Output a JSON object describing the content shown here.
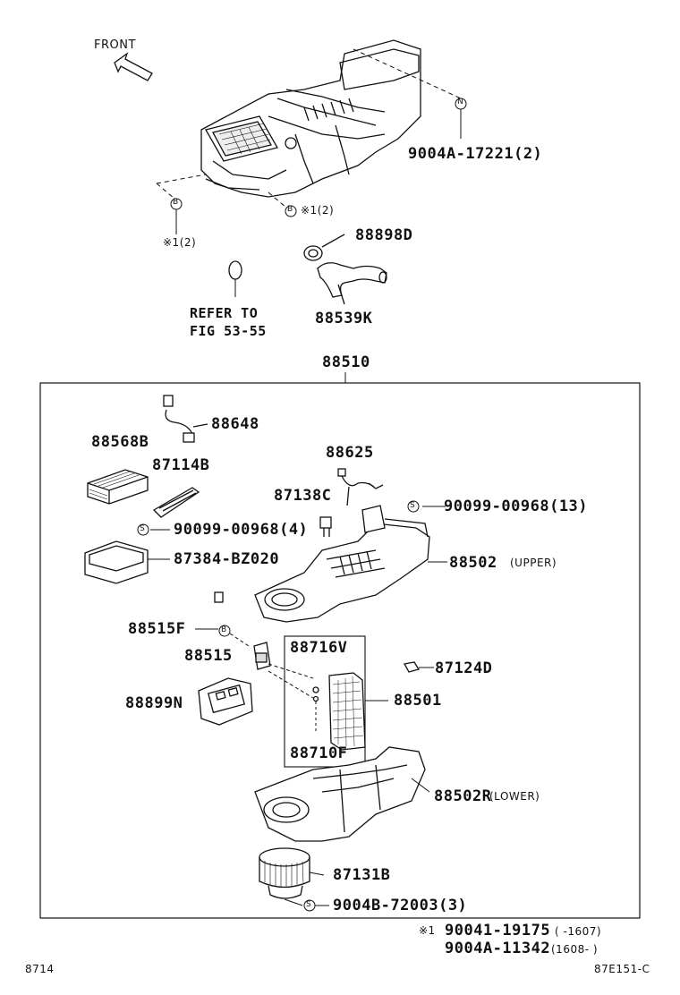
{
  "front_label": "FRONT",
  "parts": {
    "p9004A_17221": "9004A-17221(2)",
    "marker_n": "N",
    "marker_b1": "B",
    "marker_b2": "B",
    "note_b1": "※1(2)",
    "note_b2": "※1(2)",
    "p88898D": "88898D",
    "p88539K": "88539K",
    "refer_line1": "REFER TO",
    "refer_line2": "FIG 53-55",
    "p88510": "88510",
    "p88648": "88648",
    "p88568B": "88568B",
    "p88625": "88625",
    "p87114B": "87114B",
    "p87138C": "87138C",
    "p90099_13": "90099-00968(13)",
    "p90099_4": "90099-00968(4)",
    "p87384": "87384-BZ020",
    "p88502": "88502",
    "p88502_note": "(UPPER)",
    "p88515F": "88515F",
    "marker_b3": "B",
    "p88716V": "88716V",
    "p88515": "88515",
    "p87124D": "87124D",
    "p88501": "88501",
    "p88899N": "88899N",
    "p88710F": "88710F",
    "p88502R": "88502R",
    "p88502R_note": "(LOWER)",
    "p87131B": "87131B",
    "p9004B": "9004B-72003(3)",
    "marker_s1": "S",
    "marker_s2": "S",
    "marker_s3": "S",
    "foot_mark": "※1",
    "foot_p1": "90041-19175",
    "foot_r1": "( -1607)",
    "foot_p2": "9004A-11342",
    "foot_r2": "(1608- )",
    "page_code": "8714",
    "fig_code": "87E151-C"
  }
}
